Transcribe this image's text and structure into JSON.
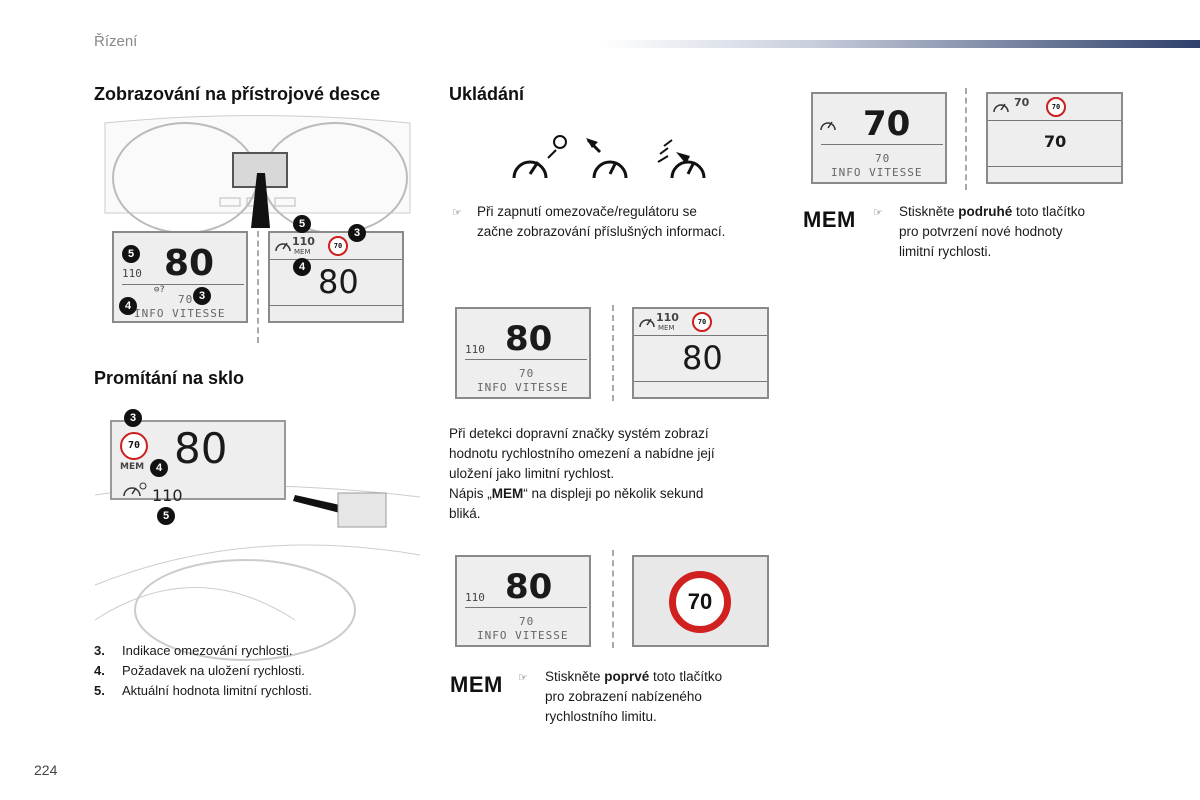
{
  "header": {
    "section": "Řízení"
  },
  "left": {
    "heading1": "Zobrazování na přístrojové desce",
    "heading2": "Promítání na sklo",
    "cluster_lcd": {
      "big": "80",
      "small": "110",
      "limit": "70",
      "info": "INFO VITESSE"
    },
    "cluster_lcd2": {
      "top": "110",
      "mem": "MEM",
      "sign": "70",
      "big": "80"
    },
    "hud": {
      "sign": "70",
      "big": "80",
      "mem": "MEM",
      "small": "110"
    },
    "bubbles": {
      "three": "3",
      "four": "4",
      "five": "5"
    },
    "legend": [
      {
        "num": "3.",
        "text": "Indikace omezování rychlosti."
      },
      {
        "num": "4.",
        "text": "Požadavek na uložení rychlosti."
      },
      {
        "num": "5.",
        "text": "Aktuální hodnota limitní rychlosti."
      }
    ]
  },
  "middle": {
    "heading": "Ukládání",
    "bullet": "☞",
    "para1_line1": "Při zapnutí omezovače/regulátoru se",
    "para1_line2": "začne zobrazování příslušných informací.",
    "lcd_a": {
      "big": "80",
      "small": "110",
      "limit": "70",
      "info": "INFO VITESSE"
    },
    "lcd_b": {
      "top": "110",
      "mem": "MEM",
      "sign": "70",
      "big": "80"
    },
    "para2": [
      "Při detekci dopravní značky systém zobrazí",
      "hodnotu rychlostního omezení a nabídne její",
      "uložení jako limitní rychlost."
    ],
    "para3_pre": "Nápis „",
    "para3_bold": "MEM",
    "para3_post": "“ na displeji po několik sekund",
    "para3_line2": "bliká.",
    "lcd_c": {
      "big": "80",
      "small": "110",
      "limit": "70",
      "info": "INFO VITESSE"
    },
    "road_sign": "70",
    "mem_label": "MEM",
    "step1_pre": "Stiskněte ",
    "step1_bold": "poprvé",
    "step1_post": " toto tlačítko",
    "step1_line2": "pro zobrazení nabízeného",
    "step1_line3": "rychlostního limitu."
  },
  "right": {
    "lcd_d": {
      "big": "70",
      "limit": "70",
      "info": "INFO VITESSE"
    },
    "lcd_e": {
      "top": "70",
      "sign": "70",
      "big": "70"
    },
    "mem_label": "MEM",
    "step2_pre": "Stiskněte ",
    "step2_bold": "podruhé",
    "step2_post": " toto tlačítko",
    "step2_line2": "pro potvrzení nové hodnoty",
    "step2_line3": "limitní rychlosti."
  },
  "page_number": "224"
}
